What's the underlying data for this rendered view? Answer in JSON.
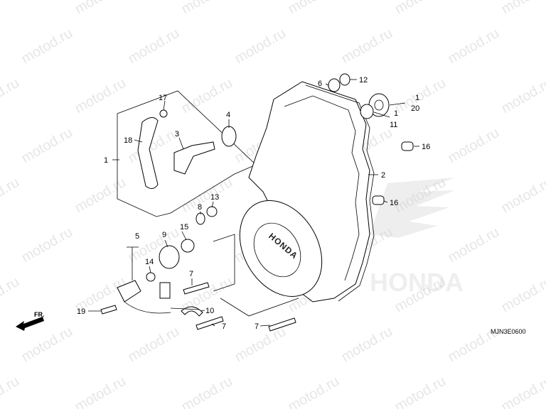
{
  "watermark": "motod.ru",
  "diagram_code": "MJN3E0600",
  "front_marker": "FR.",
  "cover_emblem": "HONDA",
  "background_logo": "HONDA",
  "callouts": [
    {
      "id": "c1a",
      "text": "1"
    },
    {
      "id": "c1b",
      "text": "1"
    },
    {
      "id": "c1c",
      "text": "1"
    },
    {
      "id": "c2",
      "text": "2"
    },
    {
      "id": "c3",
      "text": "3"
    },
    {
      "id": "c4",
      "text": "4"
    },
    {
      "id": "c5",
      "text": "5"
    },
    {
      "id": "c6",
      "text": "6"
    },
    {
      "id": "c7a",
      "text": "7"
    },
    {
      "id": "c7b",
      "text": "7"
    },
    {
      "id": "c7c",
      "text": "7"
    },
    {
      "id": "c8",
      "text": "8"
    },
    {
      "id": "c9",
      "text": "9"
    },
    {
      "id": "c10",
      "text": "10"
    },
    {
      "id": "c11",
      "text": "11"
    },
    {
      "id": "c12",
      "text": "12"
    },
    {
      "id": "c13",
      "text": "13"
    },
    {
      "id": "c14",
      "text": "14"
    },
    {
      "id": "c15",
      "text": "15"
    },
    {
      "id": "c16a",
      "text": "16"
    },
    {
      "id": "c16b",
      "text": "16"
    },
    {
      "id": "c17",
      "text": "17"
    },
    {
      "id": "c18",
      "text": "18"
    },
    {
      "id": "c19",
      "text": "19"
    },
    {
      "id": "c20",
      "text": "20"
    }
  ]
}
